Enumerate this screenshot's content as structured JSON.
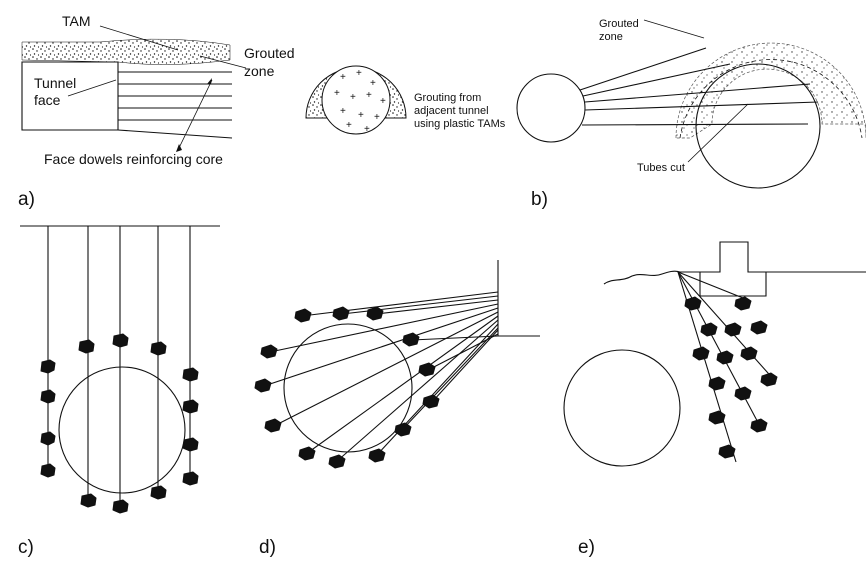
{
  "labels": {
    "tam": "TAM",
    "grouted_zone_a": "Grouted zone",
    "tunnel_face": "Tunnel face",
    "face_dowels": "Face dowels reinforcing core",
    "grouting_from": [
      "Grouting from",
      "adjacent tunnel",
      "using plastic TAMs"
    ],
    "grouted_zone_b": [
      "Grouted",
      "zone"
    ],
    "tubes_cut": "Tubes cut"
  },
  "panels": {
    "a": "a)",
    "b": "b)",
    "c": "c)",
    "d": "d)",
    "e": "e)"
  }
}
